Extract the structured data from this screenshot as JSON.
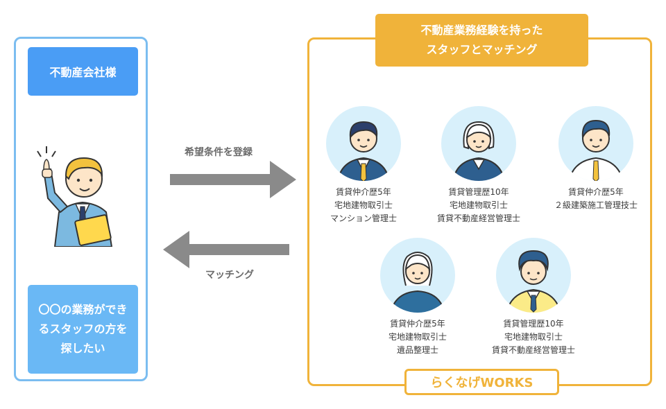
{
  "client": {
    "label": "不動産会社様",
    "request_lines": [
      "〇〇の業務ができ",
      "るスタッフの方を",
      "探したい"
    ]
  },
  "flow": {
    "to_service_label": "希望条件を登録",
    "to_client_label": "マッチング"
  },
  "service": {
    "title_lines": [
      "不動産業務経験を持った",
      "スタッフとマッチング"
    ],
    "brand": "らくなげWORKS",
    "staff": [
      {
        "qualifications": [
          "賃貸仲介歴5年",
          "宅地建物取引士",
          "マンション管理士"
        ]
      },
      {
        "qualifications": [
          "賃貸管理歴10年",
          "宅地建物取引士",
          "賃貸不動産経営管理士"
        ]
      },
      {
        "qualifications": [
          "賃貸仲介歴5年",
          "２級建築施工管理技士"
        ]
      },
      {
        "qualifications": [
          "賃貸仲介歴5年",
          "宅地建物取引士",
          "遺品整理士"
        ]
      },
      {
        "qualifications": [
          "賃貸管理歴10年",
          "宅地建物取引士",
          "賃貸不動産経営管理士"
        ]
      }
    ]
  },
  "colors": {
    "client_blue": "#4a9df5",
    "client_border": "#7bbdf0",
    "service_orange": "#f0b33a",
    "arrow_gray": "#8a8a8a",
    "avatar_bg": "#d8f0fb"
  }
}
